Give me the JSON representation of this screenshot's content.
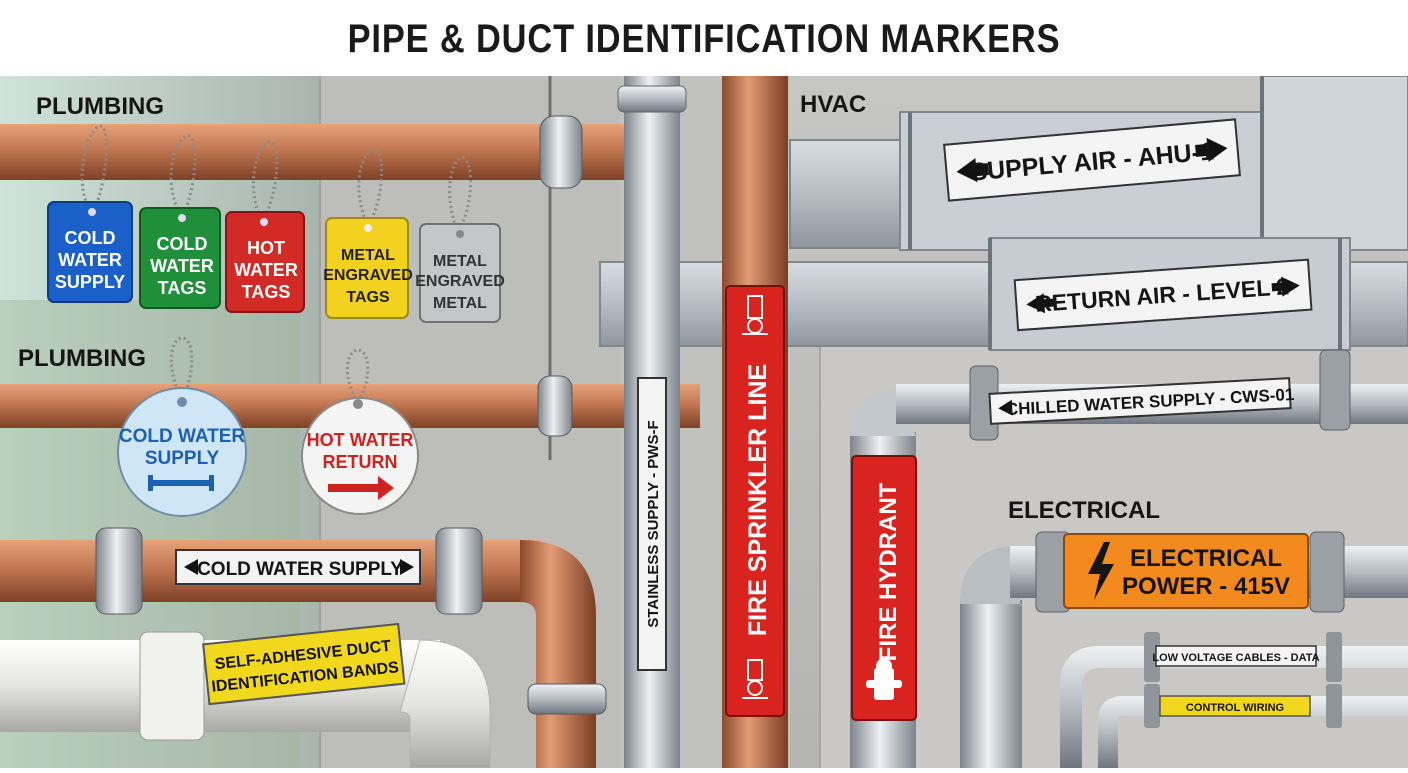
{
  "title": "PIPE & DUCT IDENTIFICATION MARKERS",
  "sections": {
    "plumbing_top": "PLUMBING",
    "plumbing_mid": "PLUMBING",
    "hvac": "HVAC",
    "electrical": "ELECTRICAL"
  },
  "square_tags": [
    {
      "lines": [
        "COLD",
        "WATER",
        "SUPPLY"
      ],
      "color": "#1b5fc9"
    },
    {
      "lines": [
        "COLD",
        "WATER",
        "TAGS"
      ],
      "color": "#1f8f3a"
    },
    {
      "lines": [
        "HOT",
        "WATER",
        "TAGS"
      ],
      "color": "#d22a25"
    },
    {
      "lines": [
        "METAL",
        "ENGRAVED",
        "TAGS"
      ],
      "color": "#f2d21f"
    },
    {
      "lines": [
        "METAL",
        "ENGRAVED",
        "METAL"
      ],
      "color": "#c4c6c8"
    }
  ],
  "round_tags": [
    {
      "lines": [
        "COLD WATER",
        "SUPPLY"
      ],
      "color": "#cfe6f7"
    },
    {
      "lines": [
        "HOT WATER",
        "RETURN"
      ],
      "color": "#f4f4f4"
    }
  ],
  "pipe_labels": {
    "cold_water_supply": "COLD WATER SUPPLY",
    "duct_bands": [
      "SELF-ADHESIVE DUCT",
      "IDENTIFICATION BANDS"
    ],
    "stainless": "STAINLESS SUPPLY - PWS-F",
    "fire_sprinkler": "FIRE SPRINKLER LINE",
    "fire_hydrant": "FIRE HYDRANT",
    "supply_air": "SUPPLY AIR - AHU-1",
    "return_air": "RETURN AIR - LEVEL 2",
    "chilled_water": "CHILLED WATER SUPPLY - CWS-01",
    "electrical_power": [
      "ELECTRICAL",
      "POWER - 415V"
    ],
    "low_voltage": "LOW VOLTAGE CABLES - DATA",
    "control_wiring": "CONTROL WIRING"
  },
  "colors": {
    "copper": "#b9714a",
    "steel": "#b9bec3",
    "fire_red": "#d8231f",
    "electrical_orange": "#f28a1e",
    "control_yellow": "#f2d81c"
  }
}
